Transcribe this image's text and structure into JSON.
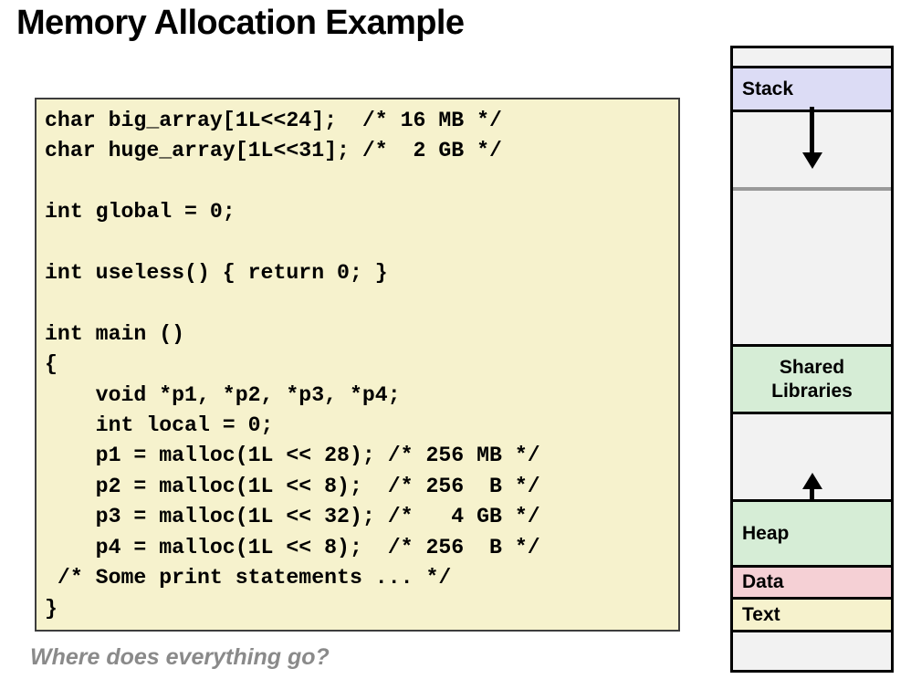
{
  "slide": {
    "title": "Memory Allocation Example",
    "caption": "Where does everything go?"
  },
  "code": {
    "language": "c",
    "background_color": "#f6f2cd",
    "border_color": "#3d3d3d",
    "text_color": "#000000",
    "lines": [
      "char big_array[1L<<24];  /* 16 MB */",
      "char huge_array[1L<<31]; /*  2 GB */",
      "",
      "int global = 0;",
      "",
      "int useless() { return 0; }",
      "",
      "int main ()",
      "{",
      "    void *p1, *p2, *p3, *p4;",
      "    int local = 0;",
      "    p1 = malloc(1L << 28); /* 256 MB */",
      "    p2 = malloc(1L << 8);  /* 256  B */",
      "    p3 = malloc(1L << 32); /*   4 GB */",
      "    p4 = malloc(1L << 8);  /* 256  B */",
      " /* Some print statements ... */",
      "}"
    ],
    "full_text": "char big_array[1L<<24];  /* 16 MB */\nchar huge_array[1L<<31]; /*  2 GB */\n\nint global = 0;\n\nint useless() { return 0; }\n\nint main ()\n{\n    void *p1, *p2, *p3, *p4;\n    int local = 0;\n    p1 = malloc(1L << 28); /* 256 MB */\n    p2 = malloc(1L << 8);  /* 256  B */\n    p3 = malloc(1L << 32); /*   4 GB */\n    p4 = malloc(1L << 8);  /* 256  B */\n /* Some print statements ... */\n}"
  },
  "memory_diagram": {
    "outline_color": "#000000",
    "empty_color": "#f2f2f2",
    "divider_color": "#9a9a9a",
    "regions": [
      {
        "id": "top-gap",
        "label": "",
        "color": "#f2f2f2",
        "align": "none"
      },
      {
        "id": "stack",
        "label": "Stack",
        "color": "#dcdcf5",
        "align": "left"
      },
      {
        "id": "stack-gap",
        "label": "",
        "color": "#f2f2f2",
        "align": "none"
      },
      {
        "id": "unmapped-gap",
        "label": "",
        "color": "#f2f2f2",
        "align": "none"
      },
      {
        "id": "shared-libraries",
        "label": "Shared Libraries",
        "color": "#d6edd6",
        "align": "center"
      },
      {
        "id": "heap-gap",
        "label": "",
        "color": "#f2f2f2",
        "align": "none"
      },
      {
        "id": "heap",
        "label": "Heap",
        "color": "#d6edd6",
        "align": "left"
      },
      {
        "id": "data",
        "label": "Data",
        "color": "#f5d0d5",
        "align": "left"
      },
      {
        "id": "text",
        "label": "Text",
        "color": "#f6f2cd",
        "align": "left"
      },
      {
        "id": "bottom-gap",
        "label": "",
        "color": "#f2f2f2",
        "align": "none"
      }
    ],
    "shared_libraries_line1": "Shared",
    "shared_libraries_line2": "Libraries",
    "arrows": [
      {
        "id": "stack-grow-arrow",
        "direction": "down",
        "meaning": "stack grows downward"
      },
      {
        "id": "heap-grow-arrow",
        "direction": "up",
        "meaning": "heap grows upward"
      }
    ]
  }
}
